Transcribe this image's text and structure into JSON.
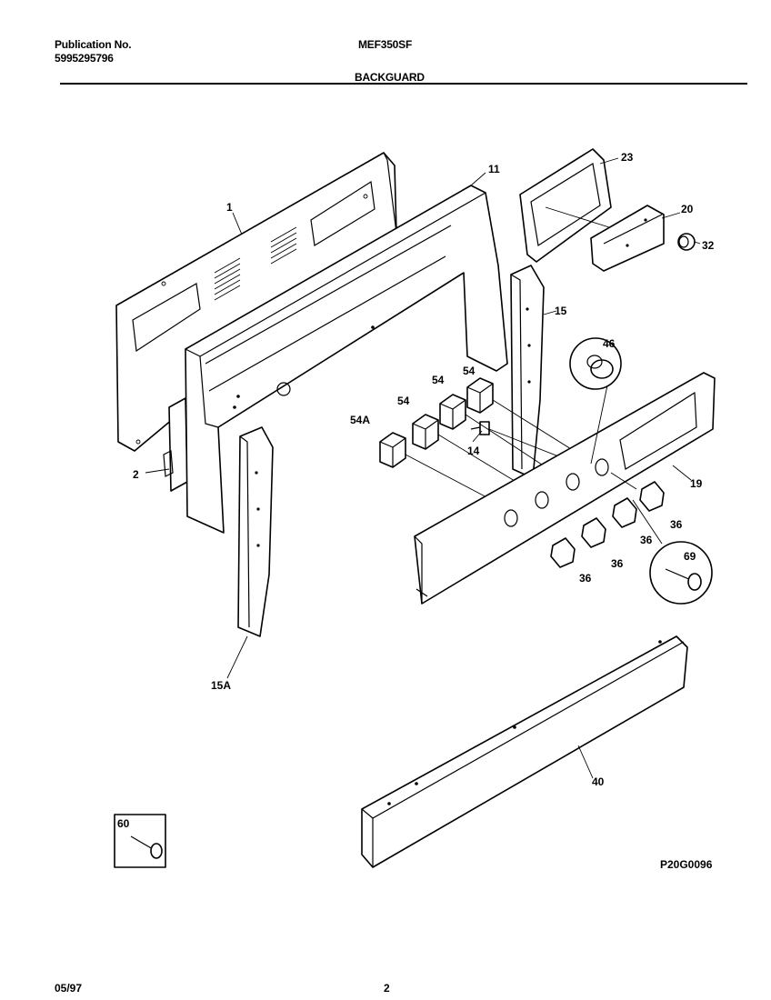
{
  "header": {
    "publication_label": "Publication No.",
    "publication_number": "5995295796",
    "model": "MEF350SF",
    "section": "BACKGUARD"
  },
  "footer": {
    "date": "05/97",
    "page": "2"
  },
  "diagram_code": "P20G0096",
  "parts": {
    "p1": "1",
    "p2": "2",
    "p11": "11",
    "p14": "14",
    "p15": "15",
    "p15a": "15A",
    "p19": "19",
    "p20": "20",
    "p23": "23",
    "p32": "32",
    "p36a": "36",
    "p36b": "36",
    "p36c": "36",
    "p36d": "36",
    "p40": "40",
    "p46": "46",
    "p54a": "54",
    "p54b": "54",
    "p54c": "54A",
    "p54d": "54",
    "p60": "60",
    "p69": "69"
  }
}
